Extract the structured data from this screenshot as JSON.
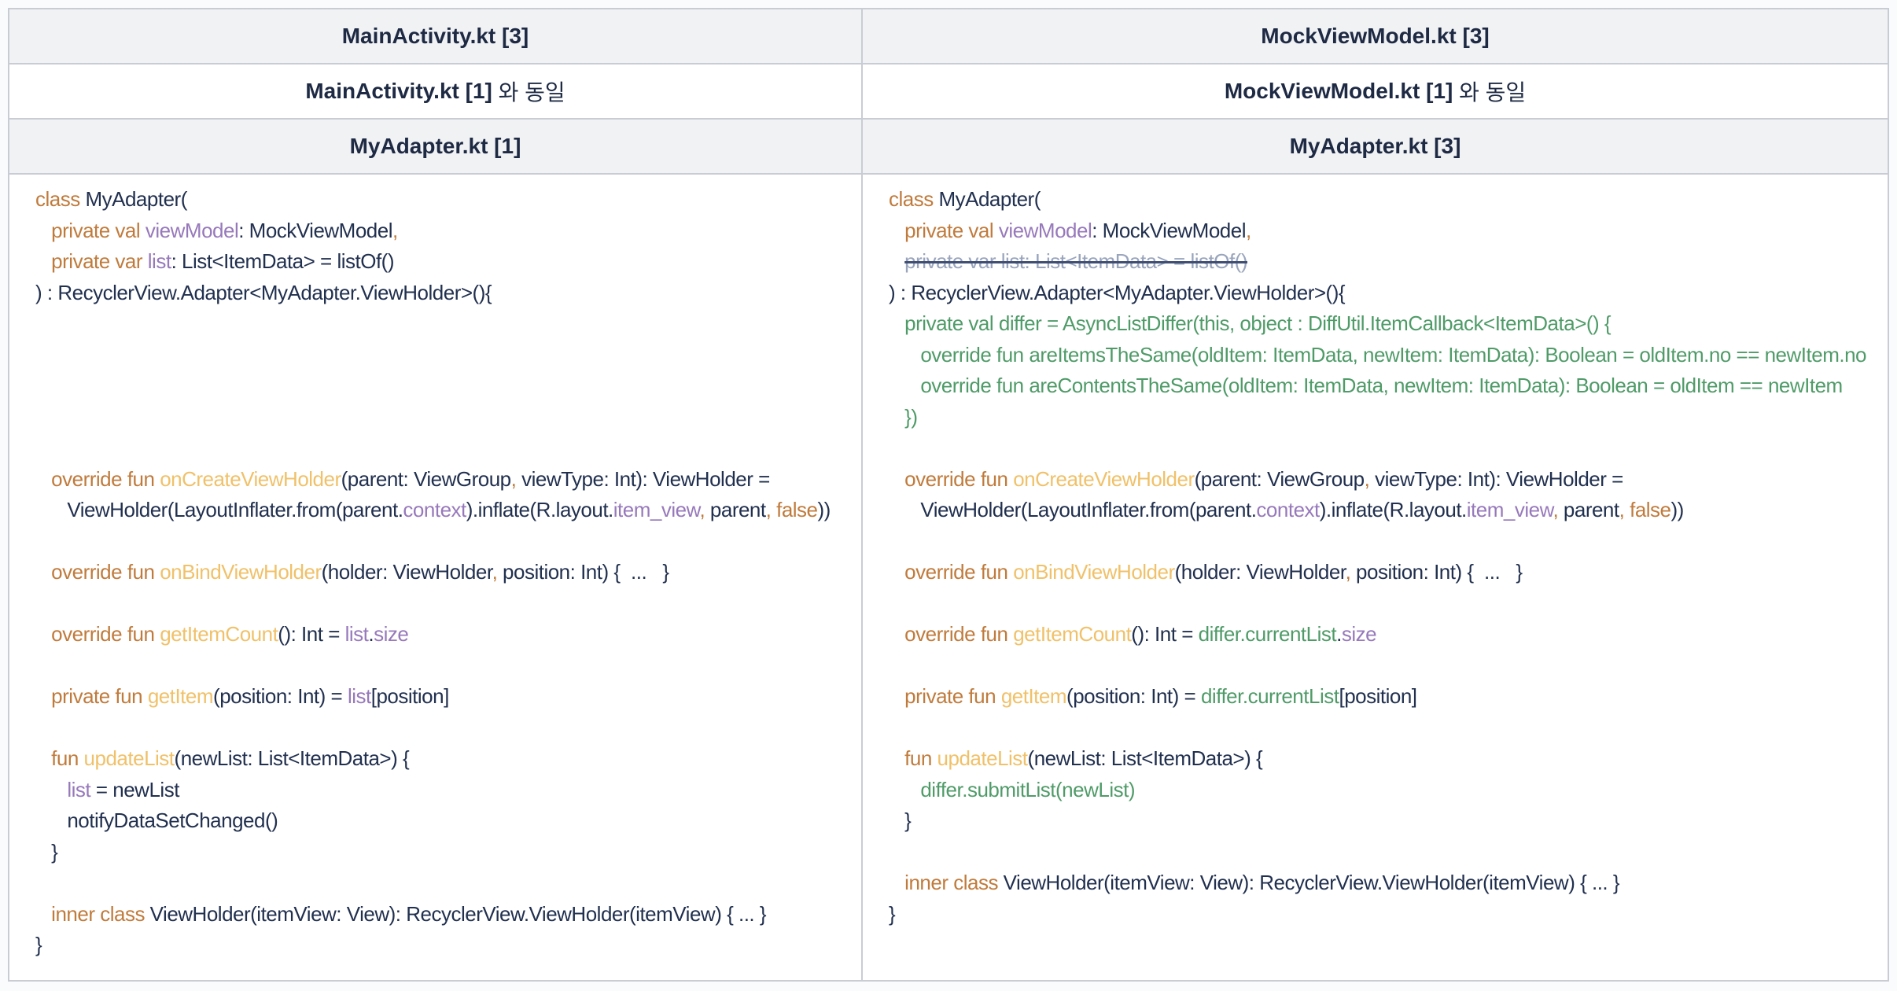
{
  "colors": {
    "page_bg": "#fafbfc",
    "border": "#c9ccd4",
    "header_bg": "#f1f2f4",
    "cell_bg": "#ffffff",
    "header_text": "#1e2a44",
    "text": "#21304f",
    "keyword": "#c07b3c",
    "function": "#f0c169",
    "variable": "#9779bb",
    "added": "#4f9b68",
    "removed": "#9aa5bc",
    "strike_line": "#3f4e73"
  },
  "headers": {
    "row1": {
      "left": "MainActivity.kt [3]",
      "right": "MockViewModel.kt [3]"
    },
    "row2": {
      "left_bold": "MainActivity.kt [1]",
      "left_rest": " 와 동일",
      "right_bold": "MockViewModel.kt [1]",
      "right_rest": " 와 동일"
    },
    "row3": {
      "left": "MyAdapter.kt [1]",
      "right": "MyAdapter.kt [3]"
    }
  },
  "code": {
    "left": {
      "lines": [
        [
          [
            "k",
            "class"
          ],
          [
            "n",
            " MyAdapter("
          ]
        ],
        [
          [
            "n",
            "   "
          ],
          [
            "k",
            "private val "
          ],
          [
            "p",
            "viewModel"
          ],
          [
            "n",
            ": MockViewModel"
          ],
          [
            "k",
            ","
          ]
        ],
        [
          [
            "n",
            "   "
          ],
          [
            "k",
            "private var "
          ],
          [
            "p",
            "list"
          ],
          [
            "n",
            ": List<ItemData> = listOf()"
          ]
        ],
        [
          [
            "n",
            ") : RecyclerView.Adapter<MyAdapter.ViewHolder>(){"
          ]
        ],
        [],
        [],
        [],
        [],
        [],
        [
          [
            "n",
            "   "
          ],
          [
            "k",
            "override fun "
          ],
          [
            "f",
            "onCreateViewHolder"
          ],
          [
            "n",
            "(parent: ViewGroup"
          ],
          [
            "k",
            ","
          ],
          [
            "n",
            " viewType: Int): ViewHolder ="
          ]
        ],
        [
          [
            "n",
            "      ViewHolder(LayoutInflater.from(parent."
          ],
          [
            "p",
            "context"
          ],
          [
            "n",
            ").inflate(R.layout."
          ],
          [
            "p",
            "item_view"
          ],
          [
            "k",
            ","
          ],
          [
            "n",
            " parent"
          ],
          [
            "k",
            ","
          ],
          [
            "n",
            " "
          ],
          [
            "k",
            "false"
          ],
          [
            "n",
            "))"
          ]
        ],
        [],
        [
          [
            "n",
            "   "
          ],
          [
            "k",
            "override fun "
          ],
          [
            "f",
            "onBindViewHolder"
          ],
          [
            "n",
            "(holder: ViewHolder"
          ],
          [
            "k",
            ","
          ],
          [
            "n",
            " position: Int) {  ...   }"
          ]
        ],
        [],
        [
          [
            "n",
            "   "
          ],
          [
            "k",
            "override fun "
          ],
          [
            "f",
            "getItemCount"
          ],
          [
            "n",
            "(): Int = "
          ],
          [
            "p",
            "list"
          ],
          [
            "n",
            "."
          ],
          [
            "p",
            "size"
          ]
        ],
        [],
        [
          [
            "n",
            "   "
          ],
          [
            "k",
            "private fun "
          ],
          [
            "f",
            "getItem"
          ],
          [
            "n",
            "(position: Int) = "
          ],
          [
            "p",
            "list"
          ],
          [
            "n",
            "[position]"
          ]
        ],
        [],
        [
          [
            "n",
            "   "
          ],
          [
            "k",
            "fun "
          ],
          [
            "f",
            "updateList"
          ],
          [
            "n",
            "(newList: List<ItemData>) {"
          ]
        ],
        [
          [
            "n",
            "      "
          ],
          [
            "p",
            "list"
          ],
          [
            "n",
            " = newList"
          ]
        ],
        [
          [
            "n",
            "      notifyDataSetChanged()"
          ]
        ],
        [
          [
            "n",
            "   }"
          ]
        ],
        [],
        [
          [
            "n",
            "   "
          ],
          [
            "k",
            "inner class "
          ],
          [
            "n",
            "ViewHolder(itemView: View): RecyclerView.ViewHolder(itemView) { ... }"
          ]
        ],
        [
          [
            "n",
            "}"
          ]
        ]
      ]
    },
    "right": {
      "lines": [
        [
          [
            "k",
            "class"
          ],
          [
            "n",
            " MyAdapter("
          ]
        ],
        [
          [
            "n",
            "   "
          ],
          [
            "k",
            "private val "
          ],
          [
            "p",
            "viewModel"
          ],
          [
            "n",
            ": MockViewModel"
          ],
          [
            "k",
            ","
          ]
        ],
        [
          [
            "n",
            "   "
          ],
          [
            "s",
            "private var list: List<ItemData> = listOf()"
          ]
        ],
        [
          [
            "n",
            ") : RecyclerView.Adapter<MyAdapter.ViewHolder>(){"
          ]
        ],
        [
          [
            "n",
            "   "
          ],
          [
            "g",
            "private val differ = AsyncListDiffer(this, object : DiffUtil.ItemCallback<ItemData>() {"
          ]
        ],
        [
          [
            "n",
            "      "
          ],
          [
            "g",
            "override fun areItemsTheSame(oldItem: ItemData, newItem: ItemData): Boolean = oldItem.no == newItem.no"
          ]
        ],
        [
          [
            "n",
            "      "
          ],
          [
            "g",
            "override fun areContentsTheSame(oldItem: ItemData, newItem: ItemData): Boolean = oldItem == newItem"
          ]
        ],
        [
          [
            "n",
            "   "
          ],
          [
            "g",
            "})"
          ]
        ],
        [],
        [
          [
            "n",
            "   "
          ],
          [
            "k",
            "override fun "
          ],
          [
            "f",
            "onCreateViewHolder"
          ],
          [
            "n",
            "(parent: ViewGroup"
          ],
          [
            "k",
            ","
          ],
          [
            "n",
            " viewType: Int): ViewHolder ="
          ]
        ],
        [
          [
            "n",
            "      ViewHolder(LayoutInflater.from(parent."
          ],
          [
            "p",
            "context"
          ],
          [
            "n",
            ").inflate(R.layout."
          ],
          [
            "p",
            "item_view"
          ],
          [
            "k",
            ","
          ],
          [
            "n",
            " parent"
          ],
          [
            "k",
            ","
          ],
          [
            "n",
            " "
          ],
          [
            "k",
            "false"
          ],
          [
            "n",
            "))"
          ]
        ],
        [],
        [
          [
            "n",
            "   "
          ],
          [
            "k",
            "override fun "
          ],
          [
            "f",
            "onBindViewHolder"
          ],
          [
            "n",
            "(holder: ViewHolder"
          ],
          [
            "k",
            ","
          ],
          [
            "n",
            " position: Int) {  ...   }"
          ]
        ],
        [],
        [
          [
            "n",
            "   "
          ],
          [
            "k",
            "override fun "
          ],
          [
            "f",
            "getItemCount"
          ],
          [
            "n",
            "(): Int = "
          ],
          [
            "g",
            "differ.currentList"
          ],
          [
            "n",
            "."
          ],
          [
            "p",
            "size"
          ]
        ],
        [],
        [
          [
            "n",
            "   "
          ],
          [
            "k",
            "private fun "
          ],
          [
            "f",
            "getItem"
          ],
          [
            "n",
            "(position: Int) = "
          ],
          [
            "g",
            "differ.currentList"
          ],
          [
            "n",
            "[position]"
          ]
        ],
        [],
        [
          [
            "n",
            "   "
          ],
          [
            "k",
            "fun "
          ],
          [
            "f",
            "updateList"
          ],
          [
            "n",
            "(newList: List<ItemData>) {"
          ]
        ],
        [
          [
            "n",
            "      "
          ],
          [
            "g",
            "differ.submitList(newList)"
          ]
        ],
        [
          [
            "n",
            "   }"
          ]
        ],
        [],
        [
          [
            "n",
            "   "
          ],
          [
            "k",
            "inner class "
          ],
          [
            "n",
            "ViewHolder(itemView: View): RecyclerView.ViewHolder(itemView) { ... }"
          ]
        ],
        [
          [
            "n",
            "}"
          ]
        ]
      ]
    }
  }
}
